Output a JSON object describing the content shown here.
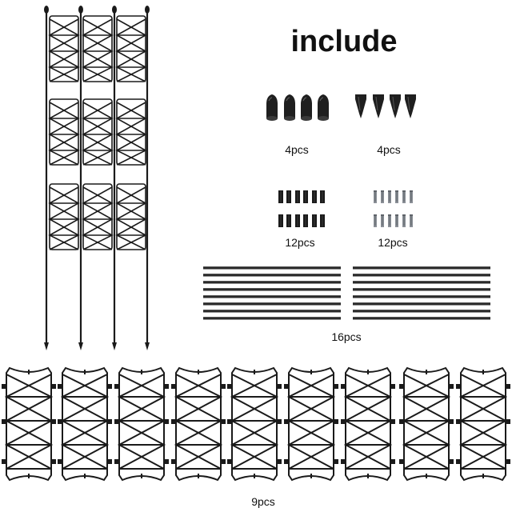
{
  "heading": "include",
  "labels": {
    "caps": "4pcs",
    "spikes": "4pcs",
    "connectors_black": "12pcs",
    "connectors_gray": "12pcs",
    "rods": "16pcs",
    "panels": "9pcs"
  },
  "colors": {
    "frame": "#1a1a1a",
    "rod": "#2a2a2a",
    "connector_gray": "#8a8f96"
  }
}
